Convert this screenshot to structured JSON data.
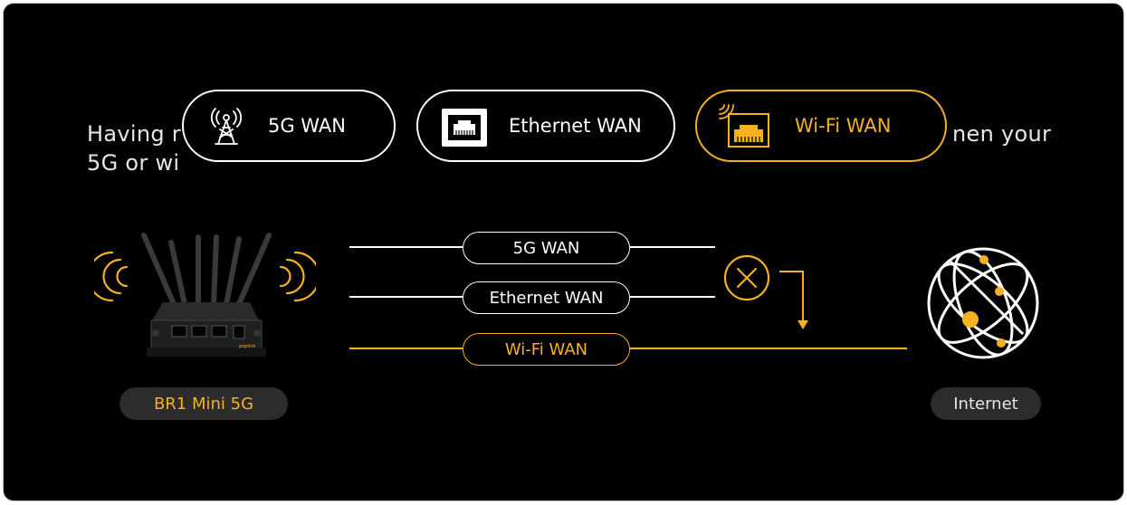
{
  "background_text": {
    "line1_left": "Having r",
    "line1_right": "nen your",
    "line2_left": "5G or wi"
  },
  "top_tabs": [
    {
      "label": "5G WAN",
      "icon": "cell-tower-icon",
      "active": false
    },
    {
      "label": "Ethernet WAN",
      "icon": "ethernet-port-icon",
      "active": false
    },
    {
      "label": "Wi-Fi WAN",
      "icon": "wifi-ethernet-icon",
      "active": true
    }
  ],
  "links": [
    {
      "label": "5G WAN",
      "active": false
    },
    {
      "label": "Ethernet WAN",
      "active": false
    },
    {
      "label": "Wi-Fi WAN",
      "active": true
    }
  ],
  "device": {
    "label": "BR1 Mini 5G",
    "icon": "router-icon"
  },
  "endpoint": {
    "label": "Internet",
    "icon": "globe-icon"
  },
  "failover_icon": "x-circle-icon",
  "colors": {
    "accent": "#f5b120",
    "background": "#000000",
    "line": "#ffffff",
    "tag_bg": "#2c2c2c"
  }
}
